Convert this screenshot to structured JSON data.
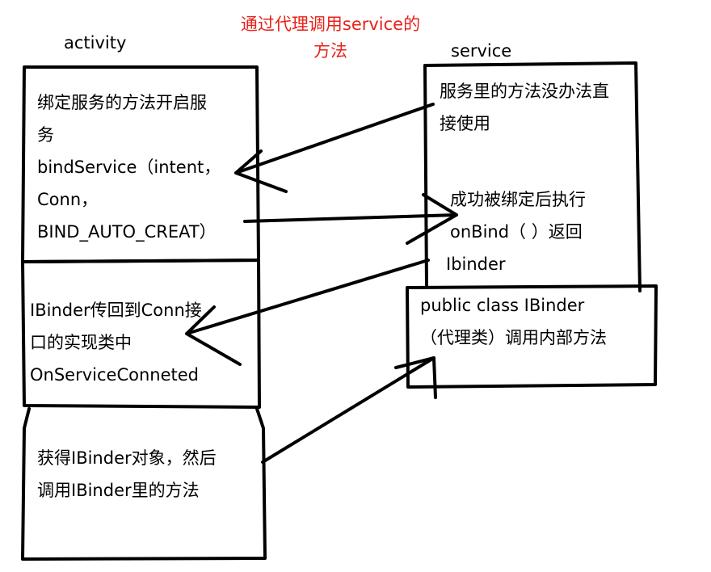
{
  "colors": {
    "title": "#e8211a",
    "ink": "#000000"
  },
  "title": {
    "line1": "通过代理调用service的",
    "line2": "方法"
  },
  "labels": {
    "activity": "activity",
    "service": "service"
  },
  "activity_boxes": [
    {
      "lines": [
        "绑定服务的方法开启服",
        "务",
        "bindService（intent，",
        "Conn，",
        "BIND_AUTO_CREAT）"
      ]
    },
    {
      "lines": [
        "IBinder传回到Conn接",
        "口的实现类中",
        "OnServiceConneted"
      ]
    },
    {
      "lines": [
        "获得IBinder对象，然后",
        "调用IBinder里的方法"
      ]
    }
  ],
  "service_box": {
    "top_lines": [
      "服务里的方法没办法直",
      "接使用"
    ],
    "bind_lines": [
      "成功被绑定后执行",
      "onBind（ ）返回",
      "Ibinder"
    ]
  },
  "ibinder_box": {
    "lines": [
      "public class IBinder",
      "（代理类）调用内部方法"
    ]
  }
}
